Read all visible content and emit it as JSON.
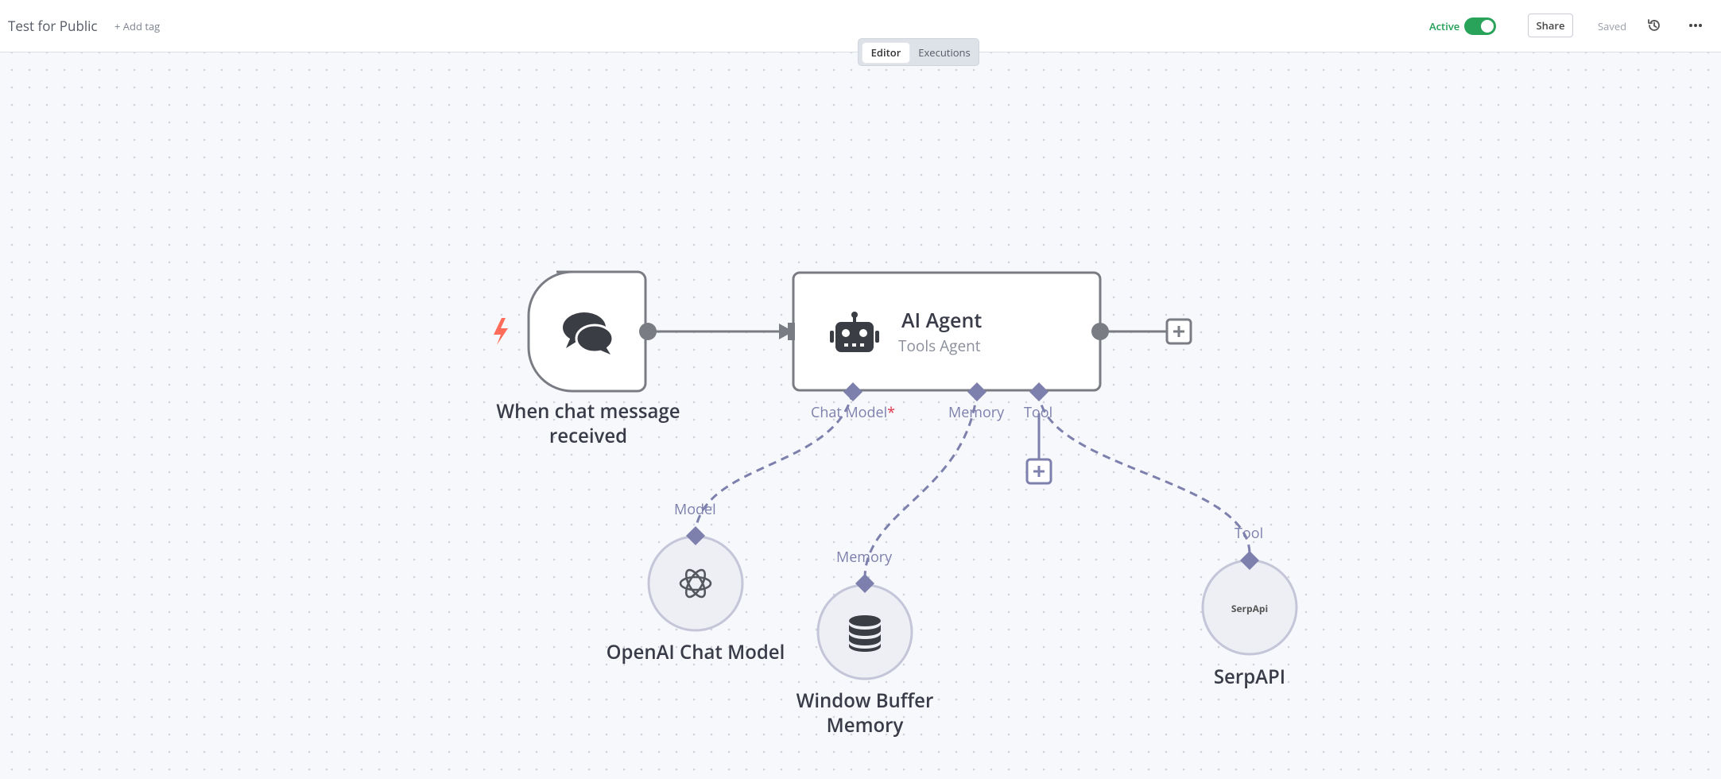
{
  "header": {
    "workflow_name": "Test for Public",
    "add_tag": "+ Add tag",
    "active_label": "Active",
    "active": true,
    "share_label": "Share",
    "saved_label": "Saved",
    "accent_color": "#29a35a"
  },
  "mode_switch": {
    "editor_label": "Editor",
    "executions_label": "Executions",
    "selected": "Editor"
  },
  "nodes": {
    "chat_trigger": {
      "title": "When chat message received",
      "icon": "chat-bubbles-icon",
      "trigger_icon": "lightning-bolt-icon"
    },
    "ai_agent": {
      "title": "AI Agent",
      "subtitle": "Tools Agent",
      "icon": "robot-icon"
    },
    "openai_chat_model": {
      "title": "OpenAI Chat Model",
      "icon": "openai-logo-icon"
    },
    "window_buffer_memory": {
      "title": "Window Buffer Memory",
      "icon": "database-icon"
    },
    "serpapi": {
      "title": "SerpAPI",
      "logo_text": "SerpApi"
    }
  },
  "connector_labels": {
    "agent_chat_model": "Chat Model",
    "agent_chat_model_required": "*",
    "agent_memory": "Memory",
    "agent_tool": "Tool",
    "openai_input": "Model",
    "memory_input": "Memory",
    "serpapi_input": "Tool"
  },
  "colors": {
    "sub_connector": "#7d80ad",
    "main_edge": "#7a7c84",
    "trigger_bolt": "#ff6d5a",
    "required": "#e0374b"
  }
}
